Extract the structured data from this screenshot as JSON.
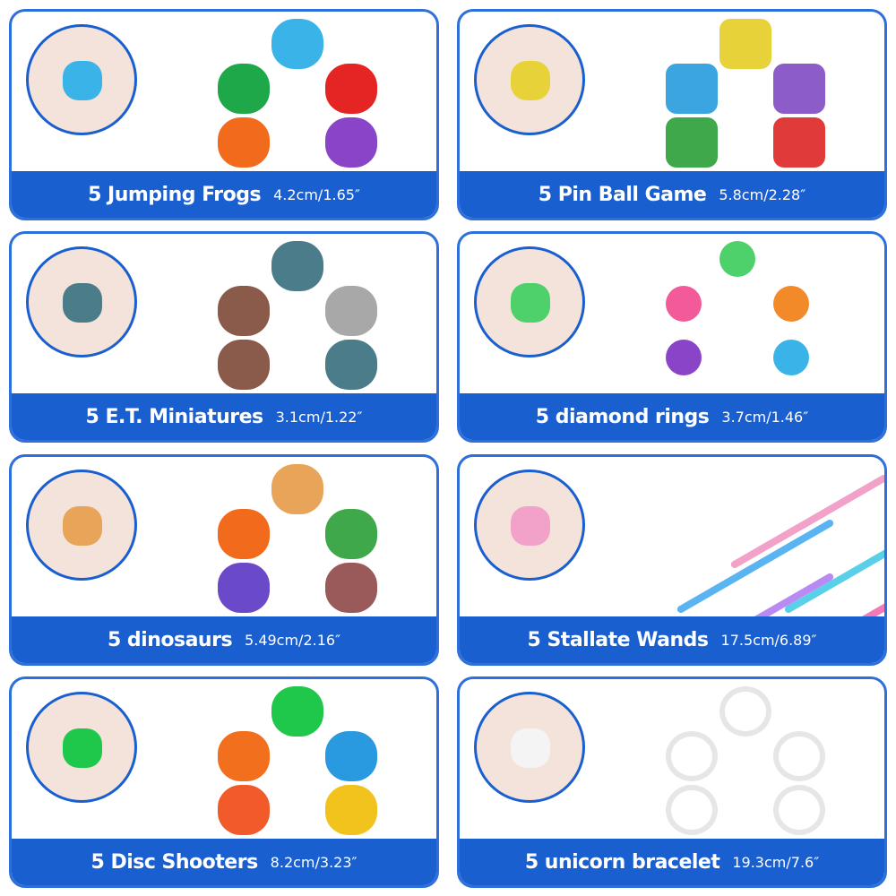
{
  "products": [
    {
      "name": "5 Jumping Frogs",
      "size": "4.2cm/1.65″",
      "icon": "frog-icon",
      "colors": [
        "#3ab4e8",
        "#1fa84a",
        "#e52424",
        "#f26b1d",
        "#8a44c8"
      ]
    },
    {
      "name": "5 Pin Ball Game",
      "size": "5.8cm/2.28″",
      "icon": "pinball-icon",
      "colors": [
        "#e8d23a",
        "#3aa5e0",
        "#8c5cc8",
        "#3fa84a",
        "#e03a3a"
      ]
    },
    {
      "name": "5 E.T. Miniatures",
      "size": "3.1cm/1.22″",
      "icon": "alien-icon",
      "colors": [
        "#4a7c8a",
        "#8a5a4a",
        "#a8a8a8",
        "#8a5a4a",
        "#4a7c8a"
      ]
    },
    {
      "name": "5 diamond rings",
      "size": "3.7cm/1.46″",
      "icon": "ring-icon",
      "colors": [
        "#4ed06a",
        "#f25a9a",
        "#f28a2a",
        "#8a44c8",
        "#3ab4e8"
      ]
    },
    {
      "name": "5 dinosaurs",
      "size": "5.49cm/2.16″",
      "icon": "dinosaur-icon",
      "colors": [
        "#e8a55a",
        "#f26b1d",
        "#3fa84a",
        "#6a4ac8",
        "#9a5a5a"
      ]
    },
    {
      "name": "5 Stallate Wands",
      "size": "17.5cm/6.89″",
      "icon": "wand-icon",
      "colors": [
        "#f2a2c8",
        "#5ab4f2",
        "#5ad0e8",
        "#b88af2",
        "#f27ab8"
      ]
    },
    {
      "name": "5 Disc Shooters",
      "size": "8.2cm/3.23″",
      "icon": "disc-shooter-icon",
      "colors": [
        "#1fc84a",
        "#f2701d",
        "#2a9ae0",
        "#f25a2a",
        "#f2c21d"
      ]
    },
    {
      "name": "5 unicorn bracelet",
      "size": "19.3cm/7.6″",
      "icon": "bracelet-icon",
      "colors": [
        "#f4f4f4",
        "#f4f4f4",
        "#f4f4f4",
        "#f4f4f4",
        "#f4f4f4"
      ]
    }
  ]
}
